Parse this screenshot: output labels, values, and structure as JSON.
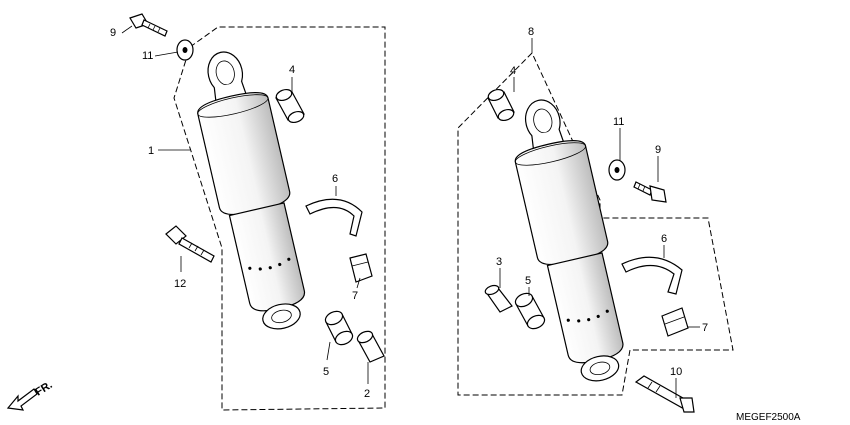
{
  "diagram_code": "MEGEF2500A",
  "direction_label": "FR.",
  "colors": {
    "line": "#000000",
    "shade": "#cfcfcf",
    "background": "#ffffff"
  },
  "callouts": {
    "left": [
      {
        "id": "left-9",
        "text": "9"
      },
      {
        "id": "left-11",
        "text": "11"
      },
      {
        "id": "left-4",
        "text": "4"
      },
      {
        "id": "left-1",
        "text": "1"
      },
      {
        "id": "left-6",
        "text": "6"
      },
      {
        "id": "left-12",
        "text": "12"
      },
      {
        "id": "left-7",
        "text": "7"
      },
      {
        "id": "left-5",
        "text": "5"
      },
      {
        "id": "left-2",
        "text": "2"
      }
    ],
    "right": [
      {
        "id": "right-8",
        "text": "8"
      },
      {
        "id": "right-4",
        "text": "4"
      },
      {
        "id": "right-11",
        "text": "11"
      },
      {
        "id": "right-9",
        "text": "9"
      },
      {
        "id": "right-6",
        "text": "6"
      },
      {
        "id": "right-3",
        "text": "3"
      },
      {
        "id": "right-5",
        "text": "5"
      },
      {
        "id": "right-7",
        "text": "7"
      },
      {
        "id": "right-10",
        "text": "10"
      }
    ]
  }
}
